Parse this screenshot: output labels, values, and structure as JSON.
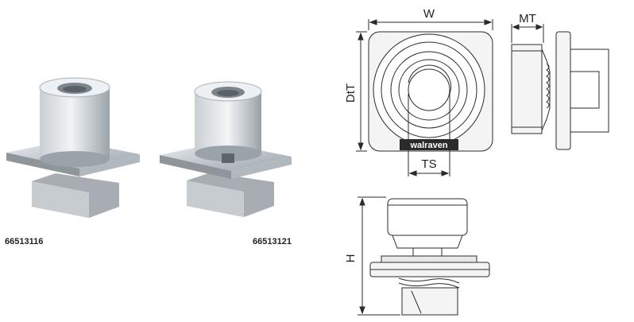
{
  "products": [
    {
      "code": "66513116"
    },
    {
      "code": "66513121"
    }
  ],
  "drawing": {
    "label_width": "W",
    "label_tooth_diameter": "DtT",
    "label_thread_size": "TS",
    "label_material_thickness": "MT",
    "label_height": "H",
    "brand_text": "walraven"
  },
  "colors": {
    "metal_light": "#dfe4e8",
    "metal_mid": "#aeb6bd",
    "metal_dark": "#6f777e",
    "line": "#2b2b2b"
  }
}
